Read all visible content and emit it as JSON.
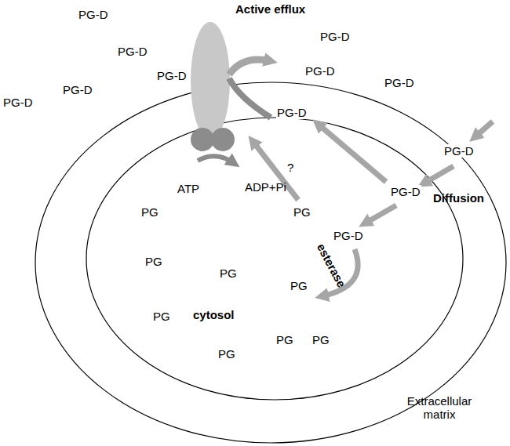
{
  "diagram": {
    "labels": [
      "Active efflux",
      "PG-D",
      "PG-D",
      "PG-D",
      "PG-D",
      "PG-D",
      "PG-D",
      "PG-D",
      "PG-D",
      "PG-D",
      "PG-D",
      "PG-D",
      "PG-D",
      "?",
      "PG",
      "ATP",
      "ADP+Pi",
      "Diffusion",
      "esterase",
      "PG",
      "PG",
      "PG",
      "PG",
      "PG",
      "PG",
      "PG",
      "PG",
      "cytosol",
      "Extracellular matrix"
    ]
  }
}
